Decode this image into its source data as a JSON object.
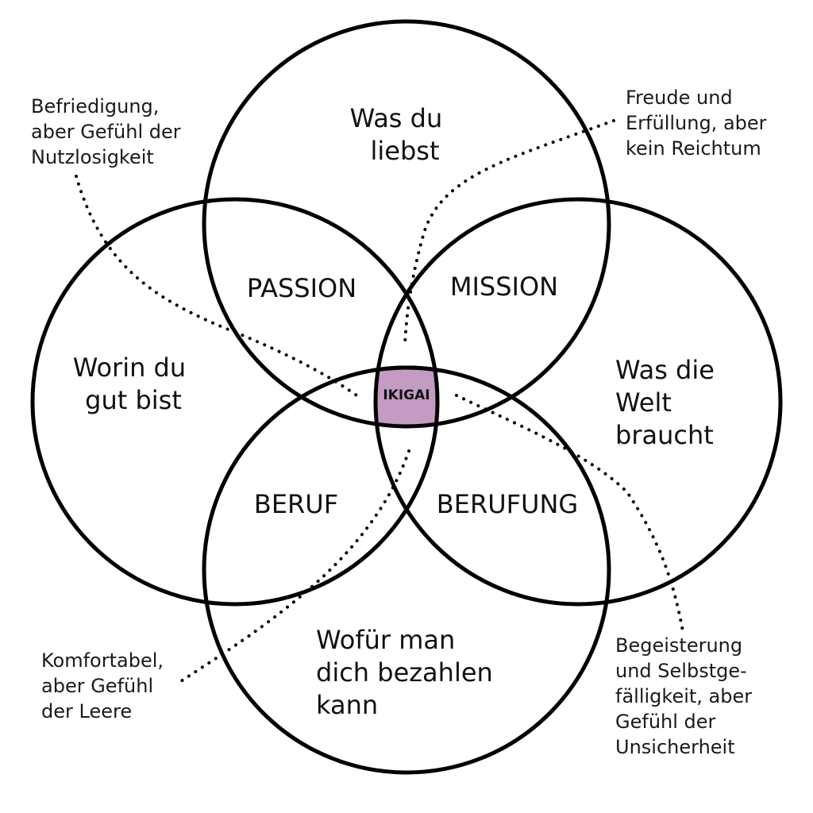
{
  "colors": {
    "stroke": "#000000",
    "background": "#ffffff",
    "ikigai_fill": "#c39bc3"
  },
  "circles": {
    "love": {
      "lines": [
        "Was du",
        "liebst"
      ]
    },
    "good_at": {
      "lines": [
        "Worin du",
        "gut bist"
      ]
    },
    "world_needs": {
      "lines": [
        "Was die",
        "Welt",
        "braucht"
      ]
    },
    "paid_for": {
      "lines": [
        "Wofür man",
        "dich bezahlen",
        "kann"
      ]
    }
  },
  "zones": {
    "passion": "PASSION",
    "mission": "MISSION",
    "beruf": "BERUF",
    "berufung": "BERUFUNG",
    "ikigai": "IKIGAI"
  },
  "notes": {
    "passion_note": [
      "Befriedigung,",
      "aber Gefühl der",
      "Nutzlosigkeit"
    ],
    "mission_note": [
      "Freude und",
      "Erfüllung, aber",
      "kein Reichtum"
    ],
    "beruf_note": [
      "Komfortabel,",
      "aber Gefühl",
      "der Leere"
    ],
    "berufung_note": [
      "Begeisterung",
      "und Selbstge-",
      "fälligkeit, aber",
      "Gefühl der",
      "Unsicherheit"
    ]
  }
}
